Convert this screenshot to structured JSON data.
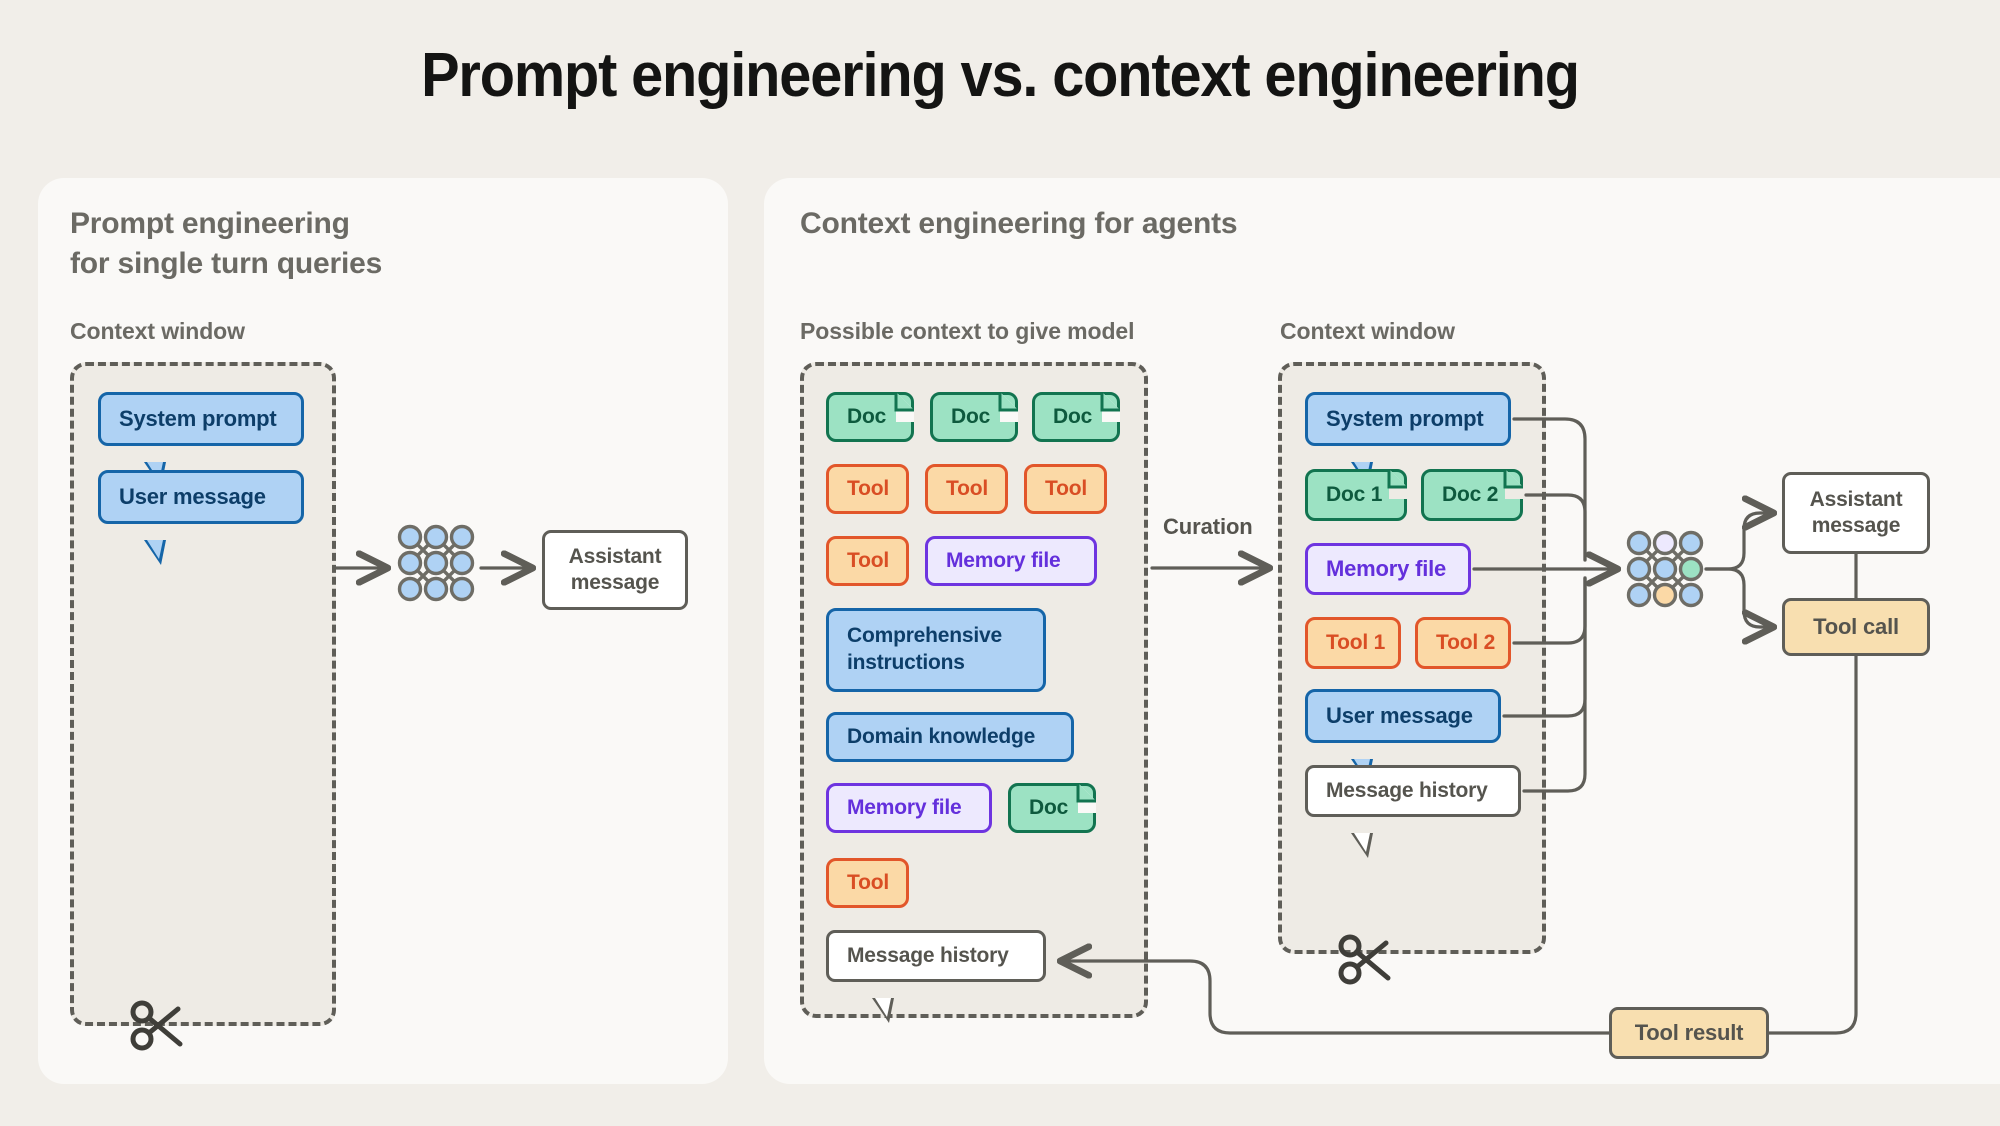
{
  "title": "Prompt engineering vs. context engineering",
  "colors": {
    "page_bg": "#F1EEE9",
    "panel_bg": "#FAF9F7",
    "context_window_bg": "#EEEBE5",
    "dashed_border": "#5F5E58",
    "blue_fill": "#AFD2F4",
    "blue_border": "#1565A8",
    "blue_text": "#0D3E69",
    "doc_fill": "#9CE2C3",
    "doc_border": "#127450",
    "tool_fill": "#FBD9A6",
    "tool_border": "#E2562A",
    "tool_text": "#D94E24",
    "memory_fill": "#EDE9FE",
    "memory_border": "#6E34E0",
    "memory_text": "#6430DC",
    "neutral_border": "#5F5E58",
    "neutral_text": "#55544E",
    "heading_text": "#6B6A64",
    "tool_call_fill": "#F8DFB0"
  },
  "left_panel": {
    "heading": "Prompt engineering\nfor single turn queries",
    "context_window_label": "Context window",
    "nodes": [
      {
        "label": "System prompt",
        "type": "blue-bubble"
      },
      {
        "label": "User message",
        "type": "blue-bubble"
      }
    ],
    "model_icon": "neural-network-icon",
    "output": {
      "label": "Assistant\nmessage",
      "type": "white-box"
    },
    "scissors_icon": "scissors-icon"
  },
  "right_panel": {
    "heading": "Context engineering for agents",
    "possible_context_label": "Possible context to give model",
    "context_window_label": "Context window",
    "curation_label": "Curation",
    "possible_context_nodes": [
      {
        "label": "Doc",
        "type": "doc"
      },
      {
        "label": "Doc",
        "type": "doc"
      },
      {
        "label": "Doc",
        "type": "doc"
      },
      {
        "label": "Tool",
        "type": "tool"
      },
      {
        "label": "Tool",
        "type": "tool"
      },
      {
        "label": "Tool",
        "type": "tool"
      },
      {
        "label": "Tool",
        "type": "tool"
      },
      {
        "label": "Memory file",
        "type": "memory"
      },
      {
        "label": "Comprehensive\ninstructions",
        "type": "blue-box"
      },
      {
        "label": "Domain knowledge",
        "type": "blue-box"
      },
      {
        "label": "Memory file",
        "type": "memory"
      },
      {
        "label": "Doc",
        "type": "doc"
      },
      {
        "label": "Tool",
        "type": "tool"
      },
      {
        "label": "Message history",
        "type": "white-bubble"
      }
    ],
    "context_window_nodes": [
      {
        "label": "System prompt",
        "type": "blue-bubble"
      },
      {
        "label": "Doc 1",
        "type": "doc"
      },
      {
        "label": "Doc 2",
        "type": "doc"
      },
      {
        "label": "Memory file",
        "type": "memory"
      },
      {
        "label": "Tool 1",
        "type": "tool"
      },
      {
        "label": "Tool 2",
        "type": "tool"
      },
      {
        "label": "User message",
        "type": "blue-bubble"
      },
      {
        "label": "Message history",
        "type": "white-bubble"
      }
    ],
    "model_icon": "neural-network-icon",
    "outputs": [
      {
        "label": "Assistant\nmessage",
        "type": "white-box"
      },
      {
        "label": "Tool call",
        "type": "tool-call-box"
      }
    ],
    "loop_node": {
      "label": "Tool result",
      "type": "tool-call-box"
    },
    "scissors_icon": "scissors-icon"
  }
}
